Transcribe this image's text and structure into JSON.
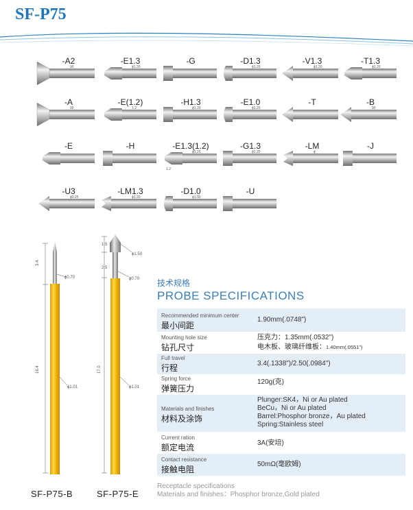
{
  "title": "SF-P75",
  "colors": {
    "brand": "#1f76b8",
    "spec_band": "#e4eef6",
    "pin": "#f4b800"
  },
  "tips": [
    {
      "label": "-A2",
      "dims": [
        "90"
      ]
    },
    {
      "label": "-E1.3",
      "dims": [
        "ϕ1.20"
      ]
    },
    {
      "label": "-G",
      "dims": []
    },
    {
      "label": "-D1.3",
      "dims": [
        "ϕ1.20"
      ]
    },
    {
      "label": "-V1.3",
      "dims": [
        "ϕ1.20"
      ]
    },
    {
      "label": "-T1.3",
      "dims": [
        "ϕ1.20"
      ]
    },
    {
      "label": "-A",
      "dims": [
        "90"
      ]
    },
    {
      "label": "-E(1.2)",
      "dims": [
        "1.2"
      ]
    },
    {
      "label": "-H1.3",
      "dims": [
        "ϕ1.20"
      ]
    },
    {
      "label": "-E1.0",
      "dims": [
        "ϕ1.20"
      ]
    },
    {
      "label": "-T",
      "dims": []
    },
    {
      "label": "-B",
      "dims": [
        "90"
      ]
    },
    {
      "label": "-E",
      "dims": []
    },
    {
      "label": "-H",
      "dims": []
    },
    {
      "label": "-E1.3(1.2)",
      "dims": [
        "ϕ1.20",
        "1.2"
      ]
    },
    {
      "label": "-G1.3",
      "dims": [
        "ϕ1.20"
      ]
    },
    {
      "label": "-LM",
      "dims": [
        "ϕ"
      ]
    },
    {
      "label": "-J",
      "dims": []
    },
    {
      "label": "-U3",
      "dims": [
        "ϕ0.25"
      ]
    },
    {
      "label": "-LM1.3",
      "dims": [
        "ϕ1.20"
      ]
    },
    {
      "label": "-D1.0",
      "dims": [
        "ϕ1.00"
      ]
    },
    {
      "label": "-U",
      "dims": []
    }
  ],
  "probes": [
    {
      "label": "SF-P75-B",
      "dims": [
        "3.4",
        "ϕ0.70",
        "16.4",
        "ϕ1.01"
      ]
    },
    {
      "label": "SF-P75-E",
      "dims": [
        "1.5",
        "2.5",
        "ϕ1.50",
        "ϕ0.70",
        "17.0",
        "ϕ1.01"
      ]
    }
  ],
  "specs": {
    "title_cn": "技术规格",
    "title_en": "PROBE SPECIFICATIONS",
    "rows": [
      {
        "en": "Recommended minimum center",
        "cn": "最小间距",
        "values": [
          "1.90mm(.0748\")"
        ]
      },
      {
        "en": "Mounting hole size",
        "cn": "钻孔尺寸",
        "values": [
          "压克力：1.35mm(.0532\")",
          "电木板、玻璃纤维板：",
          "1.40mm(.0551\")"
        ]
      },
      {
        "en": "Full travel",
        "cn": "行程",
        "values": [
          "3.4(.1338\")/2.50(.0984\")"
        ]
      },
      {
        "en": "Spring force",
        "cn": "弹簧压力",
        "values": [
          "120g(克)"
        ]
      },
      {
        "en": "Materials and finishes",
        "cn": "材料及涂饰",
        "values": [
          "Plunger:SK4，Ni or Au plated",
          "BeCu，Ni or Au plated",
          "Barrel:Phosphor bronze，Au plated",
          "Spring:Stainless steel"
        ]
      },
      {
        "en": "Current ration",
        "cn": "额定电流",
        "values": [
          "3A(安培)"
        ]
      },
      {
        "en": "Contact resistance",
        "cn": "接触电阻",
        "values": [
          "50mΩ(毫欧姆)"
        ]
      }
    ]
  },
  "footer": {
    "line1": "Receptacle specifications",
    "line2": "Materials and finishes：Phosphor bronze,Gold plated"
  }
}
